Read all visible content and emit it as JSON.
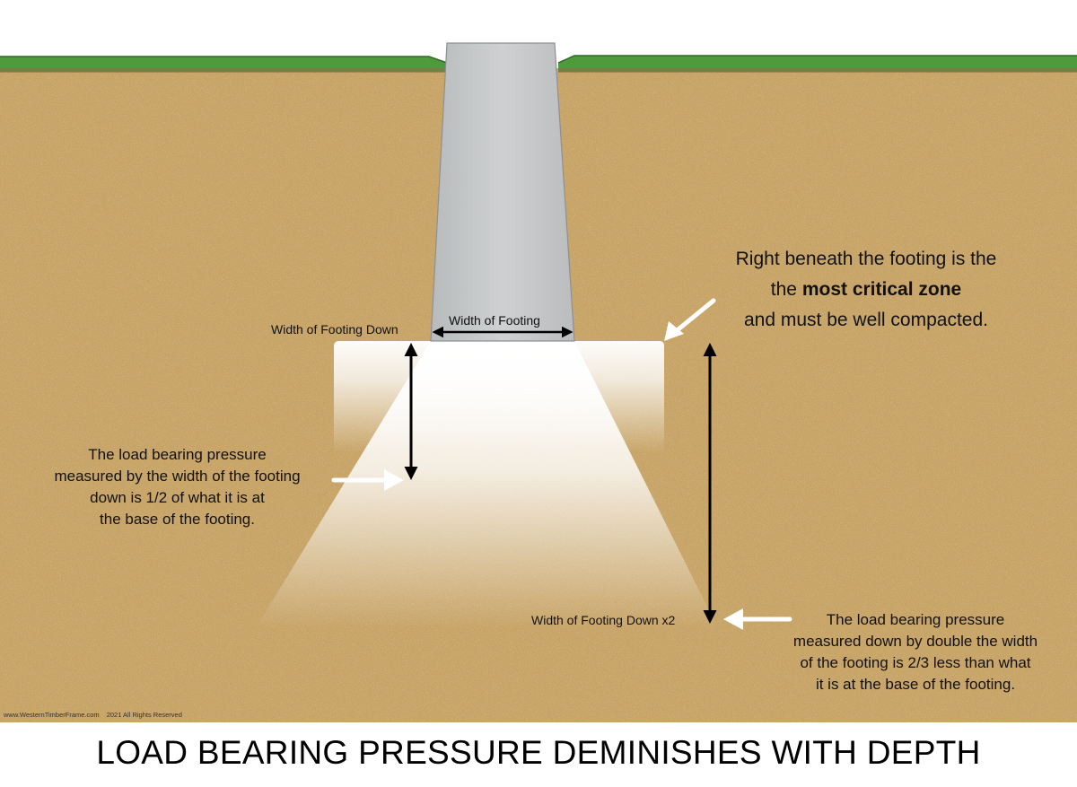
{
  "labels": {
    "width_of_footing": "Width of Footing",
    "width_down": "Width of Footing Down",
    "width_down_x2": "Width of Footing Down x2"
  },
  "notes": {
    "critical": {
      "line1": "Right beneath the footing is the",
      "line2_prefix": "the ",
      "line2_bold": "most critical zone",
      "line3": "and must be well compacted."
    },
    "half": {
      "line1": "The load bearing pressure",
      "line2": "measured by the width of the footing",
      "line3": "down is 1/2 of what it is at",
      "line4": "the base of the footing."
    },
    "two_thirds": {
      "line1": "The load bearing pressure",
      "line2": "measured down by double the width",
      "line3": "of the footing is 2/3 less than what",
      "line4": "it is at the base of the footing."
    }
  },
  "credit": {
    "site": "www.WesternTimberFrame.com",
    "rights": "2021 All Rights Reserved"
  },
  "title": "LOAD BEARING PRESSURE DEMINISHES WITH DEPTH",
  "colors": {
    "soil": "#c9a466",
    "grass": "#4f9a3c",
    "concrete": "#c6c8c9",
    "arrow": "#000000",
    "pointer": "#ffffff"
  }
}
